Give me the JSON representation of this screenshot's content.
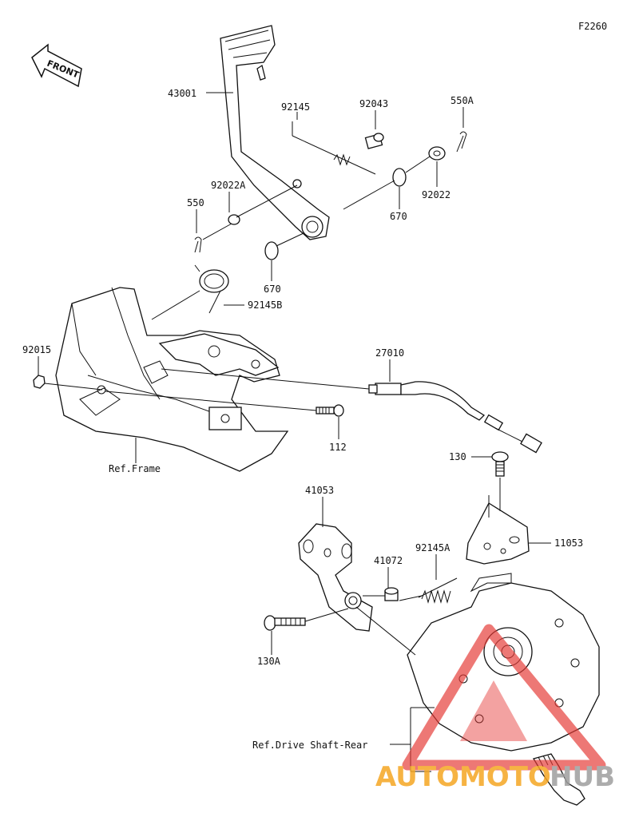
{
  "figure_code": "F2260",
  "front_label": "FRONT",
  "parts": [
    {
      "id": "43001"
    },
    {
      "id": "92145"
    },
    {
      "id": "92043"
    },
    {
      "id": "550A"
    },
    {
      "id": "92022A"
    },
    {
      "id": "550"
    },
    {
      "id": "670"
    },
    {
      "id": "92022"
    },
    {
      "id": "670"
    },
    {
      "id": "92145B"
    },
    {
      "id": "92015"
    },
    {
      "id": "27010"
    },
    {
      "id": "112"
    },
    {
      "id": "130"
    },
    {
      "id": "41053"
    },
    {
      "id": "11053"
    },
    {
      "id": "41072"
    },
    {
      "id": "92145A"
    },
    {
      "id": "130A"
    }
  ],
  "references": {
    "frame": "Ref.Frame",
    "drive_shaft": "Ref.Drive Shaft-Rear"
  },
  "watermark": {
    "text_a": "AUTOMOTO",
    "text_b": "HUB",
    "color_a": "#f5a623",
    "color_b": "#9e9e9e",
    "triangle_color": "#e53935"
  }
}
